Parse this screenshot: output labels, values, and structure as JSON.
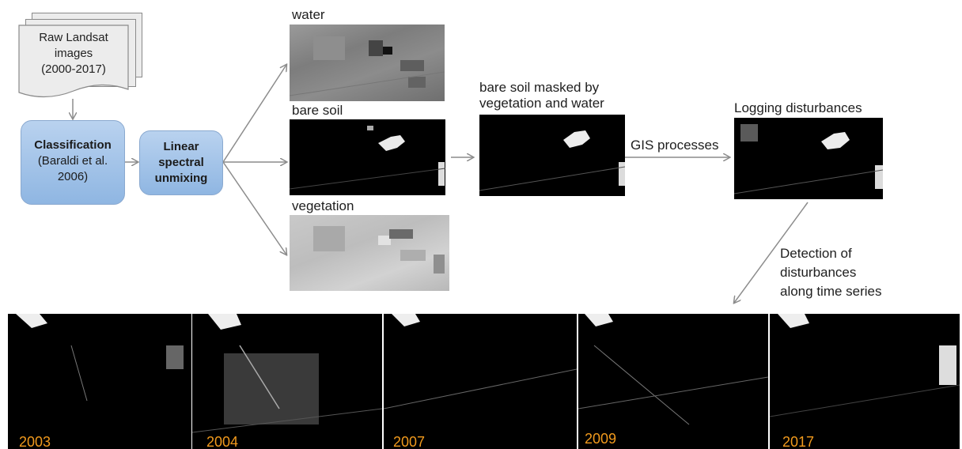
{
  "source": {
    "lines": [
      "Raw Landsat",
      "images",
      "(2000-2017)"
    ]
  },
  "classification": {
    "title": "Classification",
    "lines": [
      "(Baraldi et al.",
      "2006)"
    ]
  },
  "unmixing": {
    "lines": [
      "Linear",
      "spectral",
      "unmixing"
    ]
  },
  "fractions": {
    "water": "water",
    "bare_soil": "bare soil",
    "vegetation": "vegetation"
  },
  "masked": {
    "lines": [
      "bare soil masked by",
      "vegetation and water"
    ]
  },
  "gis": "GIS processes",
  "logging": "Logging disturbances",
  "detection": {
    "lines": [
      "Detection of",
      "disturbances",
      "along time series"
    ]
  },
  "timeseries": {
    "years": [
      "2003",
      "2004",
      "2007",
      "2009",
      "2017"
    ]
  },
  "colors": {
    "box_fill": "#9fc1e7",
    "box_border": "#8aa9cf",
    "arrow": "#8c8c8c",
    "year_label": "#f19a1d"
  }
}
